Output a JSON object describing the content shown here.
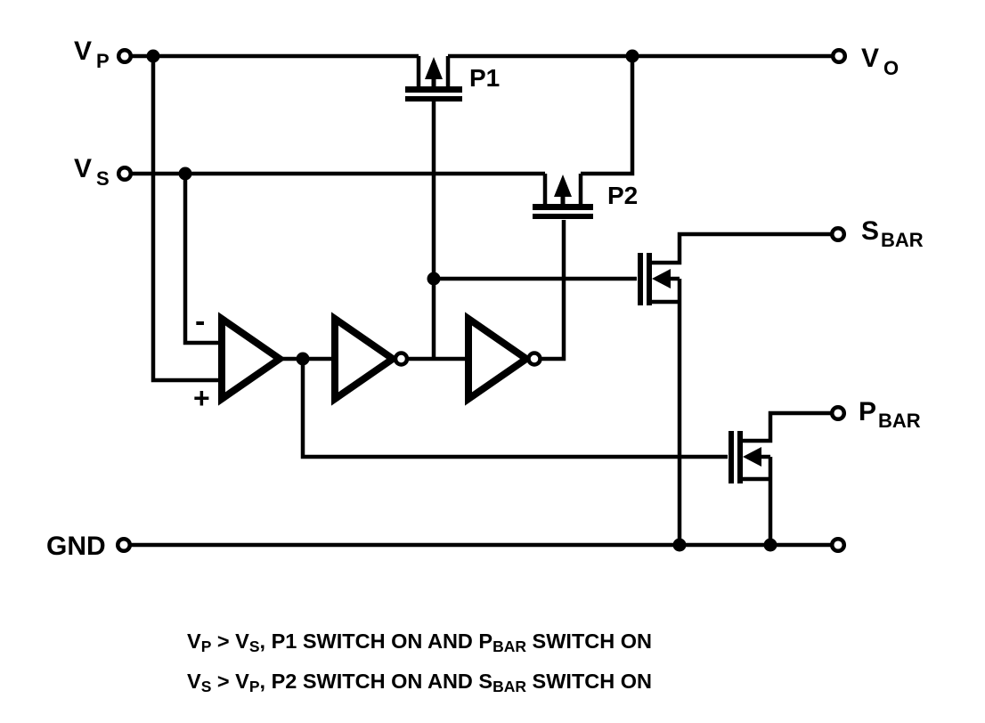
{
  "schematic": {
    "colors": {
      "ink": "#000000",
      "paper": "#ffffff"
    },
    "terminals": {
      "vp": {
        "main": "V",
        "sub": "P"
      },
      "vs": {
        "main": "V",
        "sub": "S"
      },
      "vo": {
        "main": "V",
        "sub": "O"
      },
      "sbar": {
        "main": "S",
        "sub": "BAR"
      },
      "pbar": {
        "main": "P",
        "sub": "BAR"
      },
      "gnd": {
        "main": "GND"
      }
    },
    "transistors": {
      "p1": {
        "label": "P1",
        "type": "PMOS"
      },
      "p2": {
        "label": "P2",
        "type": "PMOS"
      }
    },
    "comparator": {
      "minus_label": "-",
      "plus_label": "+"
    },
    "caption": {
      "line1": [
        {
          "t": "V"
        },
        {
          "s": "P"
        },
        {
          "t": " > V"
        },
        {
          "s": "S"
        },
        {
          "t": ", P1 SWITCH ON AND P"
        },
        {
          "s": "BAR"
        },
        {
          "t": " SWITCH ON"
        }
      ],
      "line2": [
        {
          "t": "V"
        },
        {
          "s": "S"
        },
        {
          "t": " > V"
        },
        {
          "s": "P"
        },
        {
          "t": ", P2 SWITCH ON AND S"
        },
        {
          "s": "BAR"
        },
        {
          "t": " SWITCH ON"
        }
      ]
    }
  }
}
